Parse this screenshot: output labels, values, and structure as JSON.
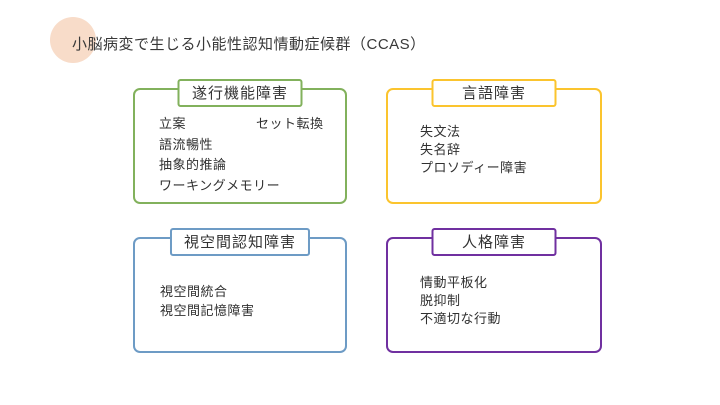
{
  "slide": {
    "title": "小脳病変で生じる小能性認知情動症候群（CCAS）"
  },
  "colors": {
    "executive_border": "#82b15c",
    "language_border": "#fbc42e",
    "visuospatial_border": "#6d9bc5",
    "personality_border": "#7030a0",
    "decorative_circle": "#f8dcc9",
    "text": "#303030",
    "background": "#ffffff"
  },
  "boxes": {
    "executive": {
      "title": "遂行機能障害",
      "items": [
        "立案",
        "語流暢性",
        "抽象的推論",
        "ワーキングメモリー"
      ],
      "side_item": "セット転換"
    },
    "language": {
      "title": "言語障害",
      "items": [
        "失文法",
        "失名辞",
        "プロソディー障害"
      ]
    },
    "visuospatial": {
      "title": "視空間認知障害",
      "items": [
        "視空間統合",
        "視空間記憶障害"
      ]
    },
    "personality": {
      "title": "人格障害",
      "items": [
        "情動平板化",
        "脱抑制",
        "不適切な行動"
      ]
    }
  }
}
